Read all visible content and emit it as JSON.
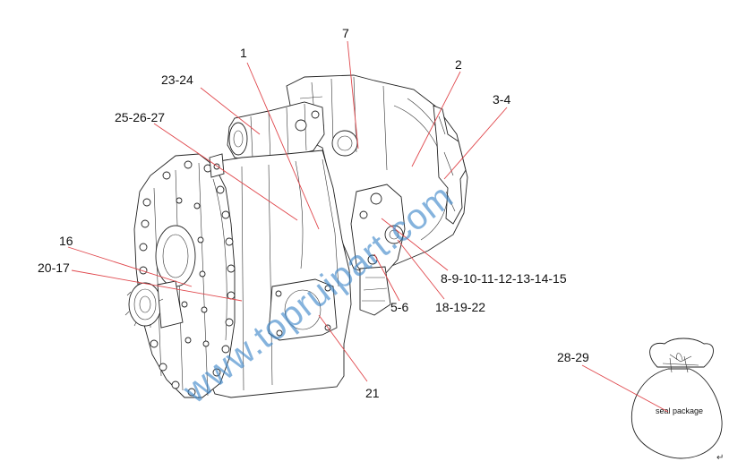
{
  "labels": {
    "p1": "1",
    "p7": "7",
    "p2": "2",
    "p3_4": "3-4",
    "p23_24": "23-24",
    "p25_27": "25-26-27",
    "p16": "16",
    "p20_17": "20-17",
    "p8_15": "8-9-10-11-12-13-14-15",
    "p5_6": "5-6",
    "p18_22": "18-19-22",
    "p21": "21",
    "p28_29": "28-29"
  },
  "seal_bag": {
    "text": "seal package"
  },
  "watermark": "www.topruipart.com",
  "corner_mark": "↵",
  "colors": {
    "leader": "#e0474c",
    "watermark": "#3c86c9",
    "line": "#222222"
  }
}
